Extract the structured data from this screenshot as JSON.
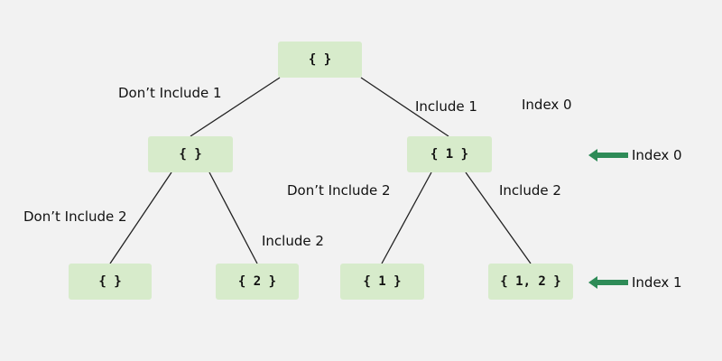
{
  "diagram": {
    "nodes": {
      "root": "{ }",
      "left": "{ }",
      "right": "{ 1 }",
      "ll": "{ }",
      "lr": "{ 2 }",
      "rl": "{ 1 }",
      "rr": "{ 1, 2 }"
    },
    "edge_labels": {
      "root_left": "Don’t Include 1",
      "root_right": "Include 1",
      "left_ll": "Don’t Include 2",
      "left_lr": "Include 2",
      "right_rl": "Don’t Include 2",
      "right_rr": "Include 2"
    },
    "index_labels": {
      "top": "Index 0",
      "level1": "Index 0",
      "level2": "Index 1"
    },
    "colors": {
      "background": "#f2f2f2",
      "node_fill": "#d7ebcb",
      "edge": "#222222",
      "arrow": "#2e8b57"
    },
    "icons": [
      "arrow-left-icon"
    ]
  }
}
